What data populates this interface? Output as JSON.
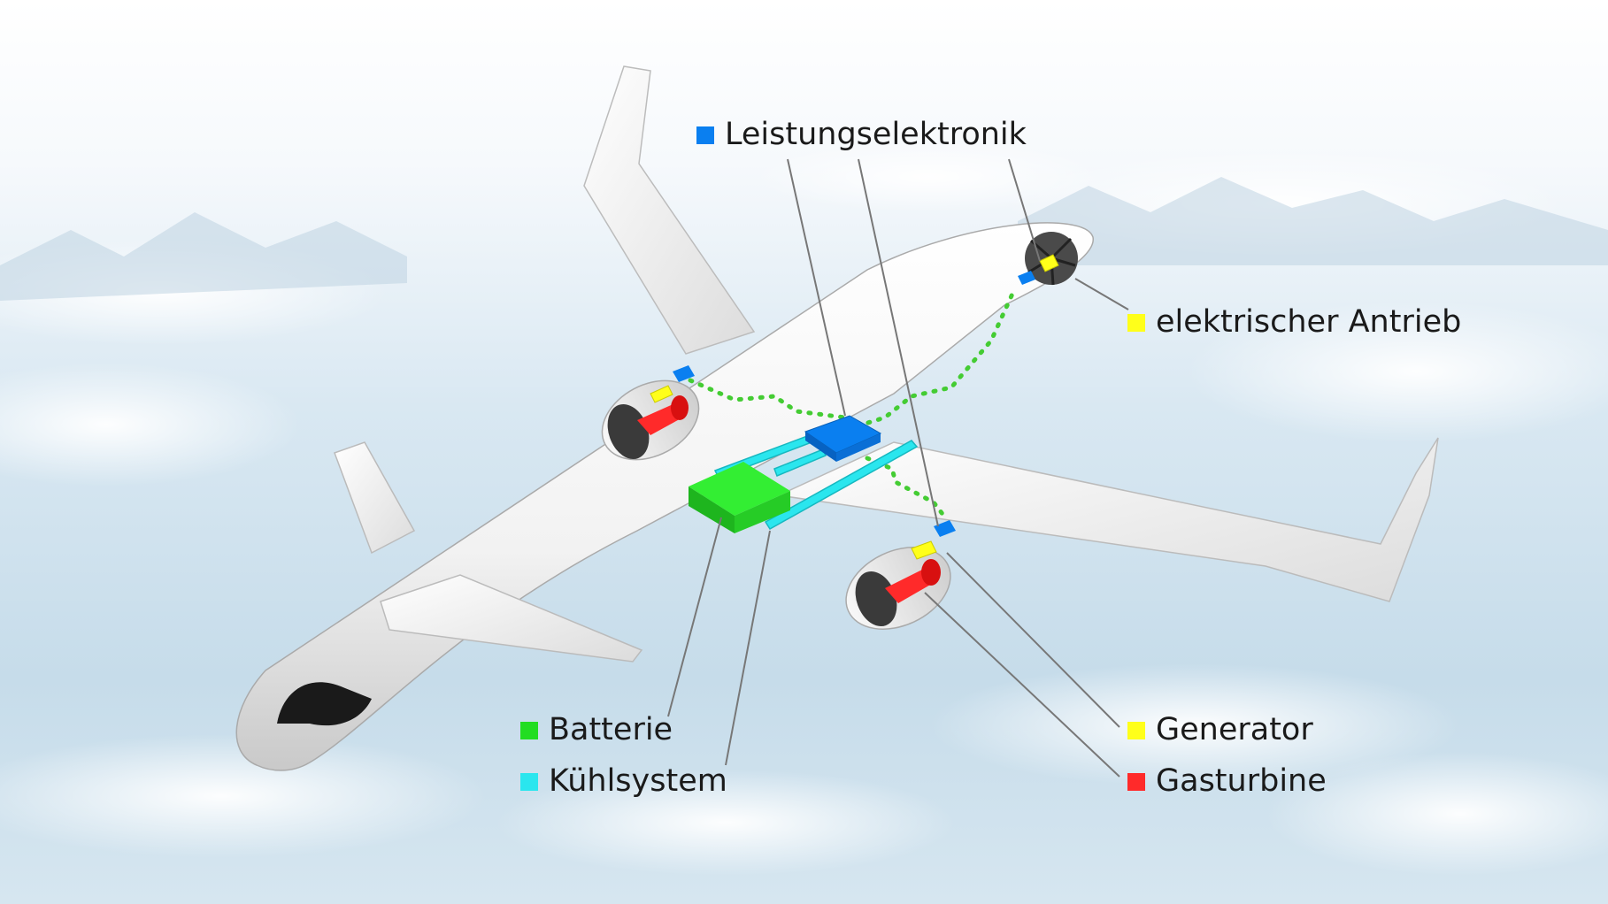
{
  "colors": {
    "leistungselektronik": "#0a7ff0",
    "antrieb": "#ffff1a",
    "generator": "#ffff1a",
    "gasturbine": "#ff2a2a",
    "batterie": "#22dd22",
    "kuehlsystem": "#2ae6ee",
    "wiring": "#44cc33",
    "leader": "#666666"
  },
  "labels": {
    "leistungselektronik": "Leistungselektronik",
    "antrieb": "elektrischer Antrieb",
    "generator": "Generator",
    "gasturbine": "Gasturbine",
    "batterie": "Batterie",
    "kuehlsystem": "Kühlsystem"
  },
  "icons": {
    "aircraft": "hybrid-electric-aircraft-icon",
    "fan": "fan-icon"
  }
}
